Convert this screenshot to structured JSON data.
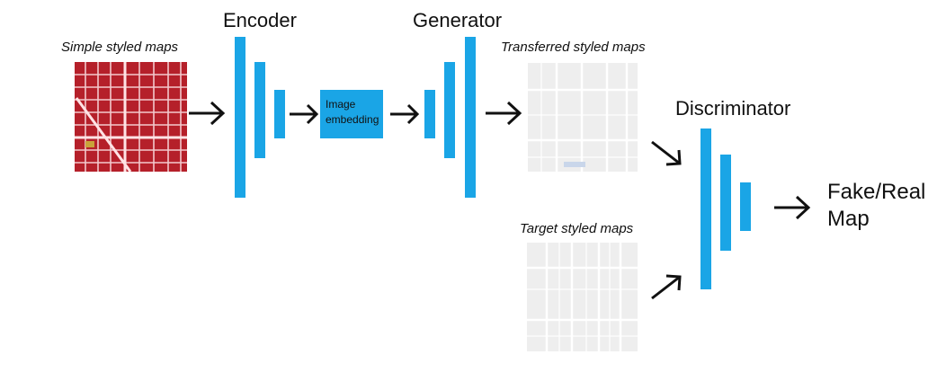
{
  "labels": {
    "simple_maps": "Simple styled maps",
    "transferred_maps": "Transferred styled maps",
    "target_maps": "Target styled maps",
    "encoder": "Encoder",
    "generator": "Generator",
    "discriminator": "Discriminator",
    "image_embedding_line1": "Image",
    "image_embedding_line2": "embedding",
    "output_line1": "Fake/Real",
    "output_line2": "Map"
  },
  "colors": {
    "block_blue": "#1aa5e6",
    "simple_map_red": "#b5202a",
    "styled_map_gray": "#eeeeee"
  },
  "icons": {
    "arrow": "right-arrow-icon"
  }
}
